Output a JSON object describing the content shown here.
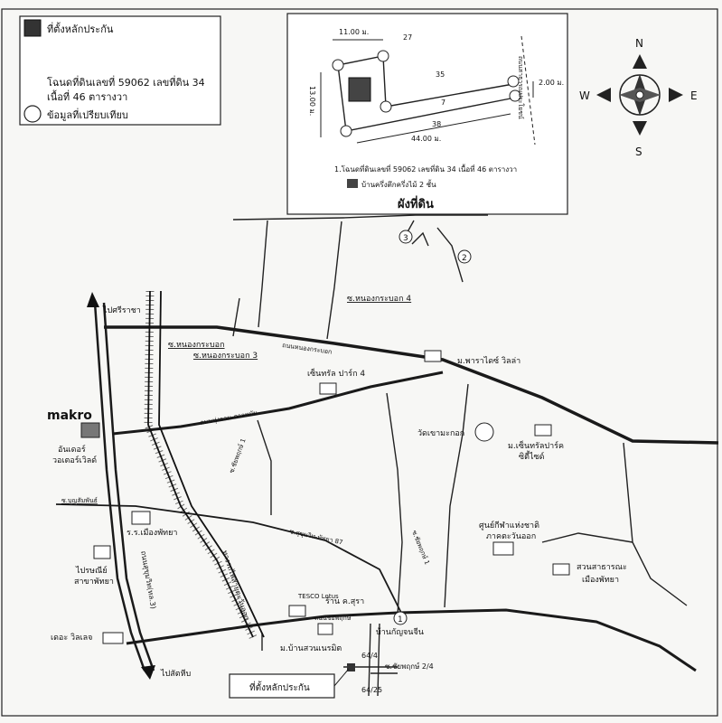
{
  "legend": {
    "collateral_label": "ที่ตั้งหลักประกัน",
    "deed_line1": "โฉนดที่ดินเลขที่ 59062 เลขที่ดิน 34",
    "deed_line2": "เนื้อที่ 46 ตารางวา",
    "comparable_label": "ข้อมูลที่เปรียบเทียบ"
  },
  "plot_plan": {
    "dim_top": "11.00 ม.",
    "dim_side": "13.00 ม.",
    "dim_bottom": "44.00 ม.",
    "dim_right": "2.00 ม.",
    "n27": "27",
    "n35": "35",
    "n7": "7",
    "n38": "38",
    "road_label": "ถนนสาธารณประโยชน์",
    "note1": "1.โฉนดที่ดินเลขที่ 59062 เลขที่ดิน 34 เนื้อที่ 46 ตารางวา",
    "note2": "บ้านครึ่งตึกครึ่งไม้ 2 ชั้น",
    "title": "ผังที่ดิน"
  },
  "compass": {
    "n": "N",
    "s": "S",
    "e": "E",
    "w": "W"
  },
  "map": {
    "to_sriracha": "ไปศรีราชา",
    "to_sattahip": "ไปสัตหีบ",
    "soi_nongkrabok": "ซ.หนองกระบอก",
    "soi_nongkrabok3": "ซ.หนองกระบอก 3",
    "soi_nongkrabok4": "ซ.หนองกระบอก 4",
    "rd_nongkrabok": "ถนนหนองกระบอก",
    "paradise_villa": "ม.พาราไดซ์ วิลล่า",
    "central_park4": "เซ็นทรัล ปาร์ก 4",
    "rd_thungkluek": "ถนนทุ่งกลม-ตาลหมัน",
    "makro": "makro",
    "under_water1": "อันเดอร์",
    "under_water2": "วอเตอร์เวิลด์",
    "wat_chamuk": "วัดเขามะกอก",
    "central_park_city1": "ม.เซ็นทรัลปาร์ค",
    "central_park_city2": "ซิตี้ไซด์",
    "soi_bunsamphan": "ซ.บุญสัมพันธ์",
    "school1": "ร.ร.เมืองพัทยา",
    "soi_sukhumvit": "ซ.สุขุมวิท-พัทยา 87",
    "sports1": "ศูนย์กีฬาแห่งชาติ",
    "sports2": "ภาคตะวันออก",
    "park1": "สวนสาธารณะ",
    "park2": "เมืองพัทยา",
    "post1": "ไปรษณีย์",
    "post2": "สาขาพัทยา",
    "terminal": "เดอะ วิลเลจ",
    "rd_sukhumvit": "ถนนสุขุมวิท(ทล.3)",
    "railway": "ทางรถไฟสายตะวันออก",
    "tesco": "TESCO Lotus",
    "shop": "ร้าน ค.สุรา",
    "rd_chaiyaphruek": "ถนนชัยพฤกษ์",
    "ban_kanchanachin": "บ้านกัญจนจีน",
    "mu_ban_suan": "ม.บ้านสวนเนรมิต",
    "soi_chaiyaphruek": "ซ.ชัยพฤกษ์ 2/4",
    "soi_side": "ซ.ชัยพฤกษ์ 1",
    "n_64": "64/4",
    "n_6425": "64/25",
    "marker1": "1",
    "marker2": "2",
    "marker3": "3",
    "bottom_box": "ที่ตั้งหลักประกัน"
  }
}
